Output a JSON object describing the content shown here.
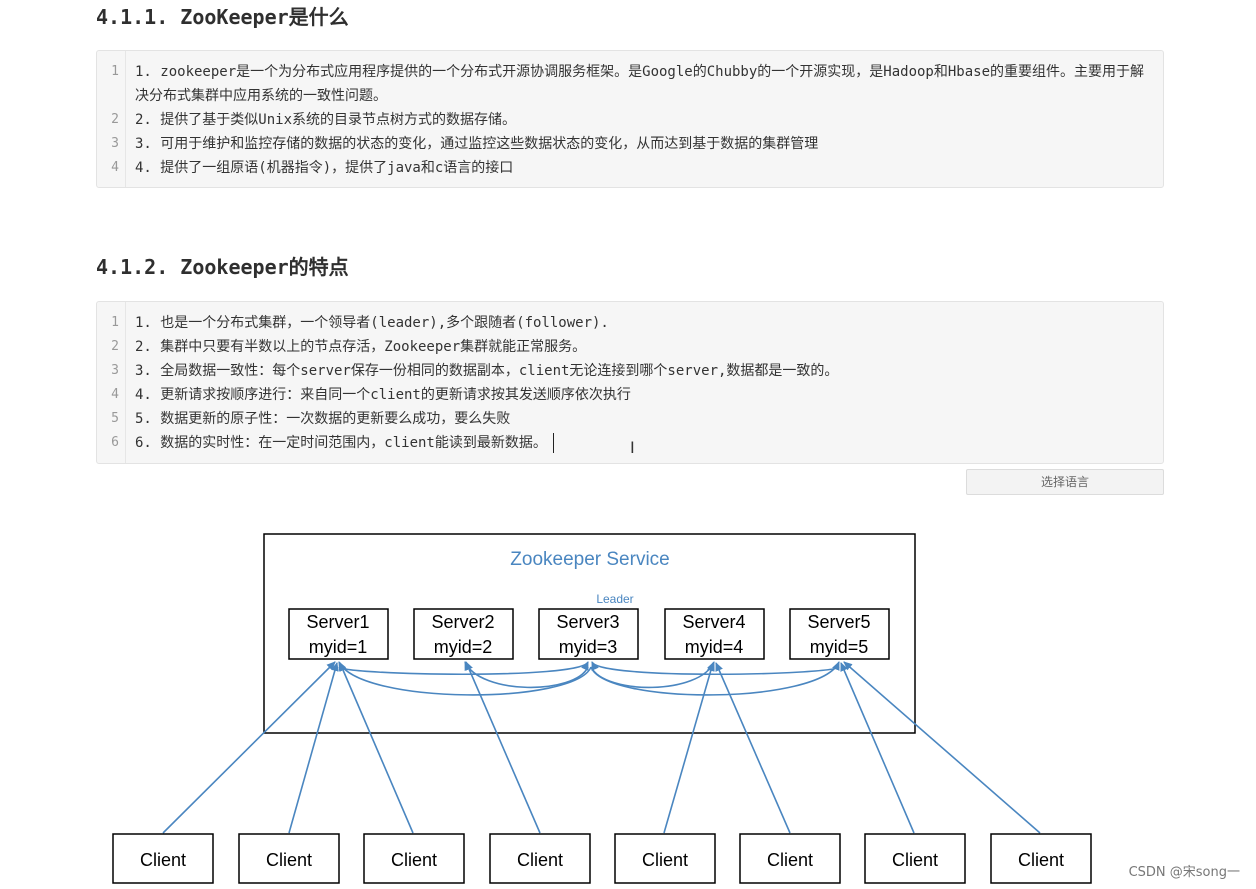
{
  "section1": {
    "title": "4.1.1. ZooKeeper是什么",
    "lines": [
      {
        "num": "1",
        "text": "1. zookeeper是一个为分布式应用程序提供的一个分布式开源协调服务框架。是Google的Chubby的一个开源实现，是Hadoop和Hbase的重要组件。主要用于解决分布式集群中应用系统的一致性问题。"
      },
      {
        "num": "2",
        "text": "2. 提供了基于类似Unix系统的目录节点树方式的数据存储。"
      },
      {
        "num": "3",
        "text": "3. 可用于维护和监控存储的数据的状态的变化，通过监控这些数据状态的变化，从而达到基于数据的集群管理"
      },
      {
        "num": "4",
        "text": "4. 提供了一组原语(机器指令)，提供了java和c语言的接口"
      }
    ]
  },
  "section2": {
    "title": "4.1.2. Zookeeper的特点",
    "lines": [
      {
        "num": "1",
        "text": "1. 也是一个分布式集群，一个领导者(leader),多个跟随者(follower)."
      },
      {
        "num": "2",
        "text": "2. 集群中只要有半数以上的节点存活，Zookeeper集群就能正常服务。"
      },
      {
        "num": "3",
        "text": "3. 全局数据一致性：每个server保存一份相同的数据副本，client无论连接到哪个server,数据都是一致的。"
      },
      {
        "num": "4",
        "text": "4. 更新请求按顺序进行：来自同一个client的更新请求按其发送顺序依次执行"
      },
      {
        "num": "5",
        "text": "5. 数据更新的原子性：一次数据的更新要么成功，要么失败"
      },
      {
        "num": "6",
        "text": "6. 数据的实时性：在一定时间范围内，client能读到最新数据。"
      }
    ]
  },
  "select_language_button": "选择语言",
  "diagram": {
    "service_title": "Zookeeper Service",
    "leader_label": "Leader",
    "servers": [
      {
        "name": "Server1",
        "myid": "myid=1"
      },
      {
        "name": "Server2",
        "myid": "myid=2"
      },
      {
        "name": "Server3",
        "myid": "myid=3"
      },
      {
        "name": "Server4",
        "myid": "myid=4"
      },
      {
        "name": "Server5",
        "myid": "myid=5"
      }
    ],
    "clients": [
      "Client",
      "Client",
      "Client",
      "Client",
      "Client",
      "Client",
      "Client",
      "Client"
    ]
  },
  "watermark": "CSDN @宋song一",
  "colors": {
    "diagram_accent": "#4a86c0",
    "service_title": "#4a86c0"
  }
}
